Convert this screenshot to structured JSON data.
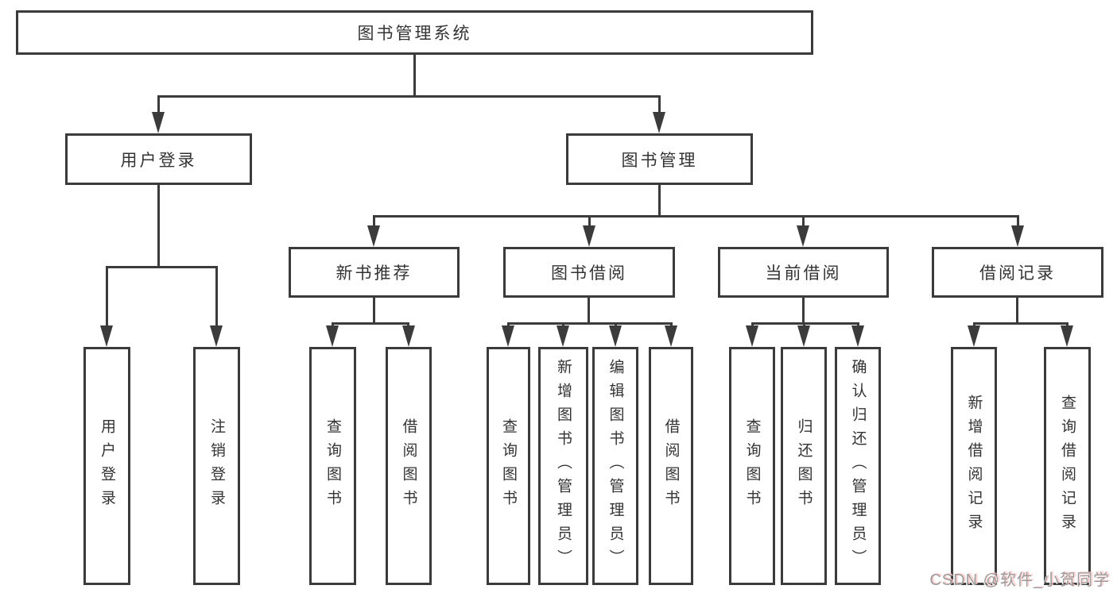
{
  "tree": {
    "root": {
      "label": "图书管理系统",
      "children": [
        {
          "label": "用户登录",
          "children": [
            {
              "label": "用户登录"
            },
            {
              "label": "注销登录"
            }
          ]
        },
        {
          "label": "图书管理",
          "children": [
            {
              "label": "新书推荐",
              "children": [
                {
                  "label": "查询图书"
                },
                {
                  "label": "借阅图书"
                }
              ]
            },
            {
              "label": "图书借阅",
              "children": [
                {
                  "label": "查询图书"
                },
                {
                  "label": "新增图书（管理员）"
                },
                {
                  "label": "编辑图书（管理员）"
                },
                {
                  "label": "借阅图书"
                }
              ]
            },
            {
              "label": "当前借阅",
              "children": [
                {
                  "label": "查询图书"
                },
                {
                  "label": "归还图书"
                },
                {
                  "label": "确认归还（管理员）"
                }
              ]
            },
            {
              "label": "借阅记录",
              "children": [
                {
                  "label": "新增借阅记录"
                },
                {
                  "label": "查询借阅记录"
                }
              ]
            }
          ]
        }
      ]
    }
  },
  "watermark": {
    "text": "CSDN @软件_小贺同学",
    "color": "#9c9c9c"
  },
  "colors": {
    "line": "#3b3b3b",
    "text": "#333333",
    "background": "#ffffff"
  }
}
